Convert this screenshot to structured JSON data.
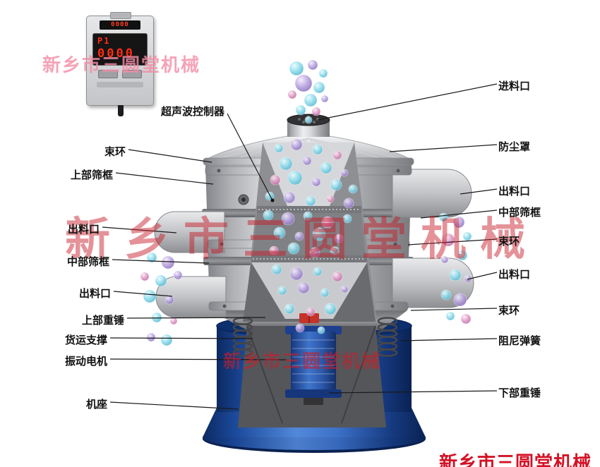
{
  "watermark": {
    "text": "新乡市三圆堂机械"
  },
  "brand": {
    "bottom_right": "新乡市三圆堂机械"
  },
  "controller": {
    "top_display": "0000",
    "channel": "P1",
    "value": "0000"
  },
  "labels": {
    "left": [
      {
        "text": "超声波控制器"
      },
      {
        "text": "束环"
      },
      {
        "text": "上部筛框"
      },
      {
        "text": "出料口"
      },
      {
        "text": "中部筛框"
      },
      {
        "text": "出料口"
      },
      {
        "text": "上部重锤"
      },
      {
        "text": "货运支撑"
      },
      {
        "text": "振动电机"
      },
      {
        "text": "机座"
      }
    ],
    "right": [
      {
        "text": "进料口"
      },
      {
        "text": "防尘罩"
      },
      {
        "text": "出料口"
      },
      {
        "text": "中部筛框"
      },
      {
        "text": "束环"
      },
      {
        "text": "出料口"
      },
      {
        "text": "束环"
      },
      {
        "text": "阻尼弹簧"
      },
      {
        "text": "下部重锤"
      }
    ]
  },
  "colors": {
    "watermark_red": "#c61c28",
    "brand_red": "#d31226",
    "base_blue": "#2b5fc0",
    "machine_silver": "#c9cacd",
    "bubble_cyan": "#8fdcec",
    "bubble_purple": "#b9a3e0",
    "bubble_pink": "#e09cc8"
  }
}
